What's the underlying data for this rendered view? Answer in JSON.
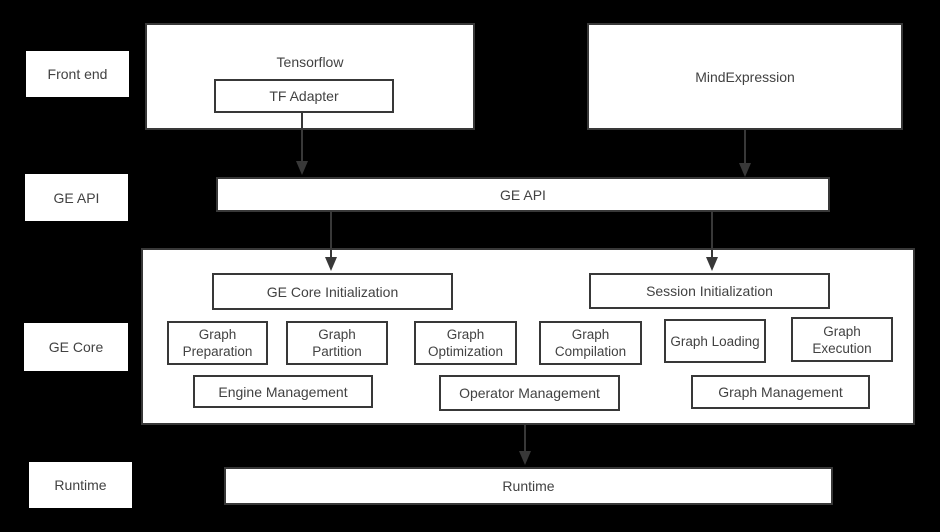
{
  "colors": {
    "background": "#000000",
    "box_fill": "#ffffff",
    "box_border": "#383838",
    "text": "#424242",
    "arrow": "#383838"
  },
  "side_labels": {
    "front_end": "Front end",
    "ge_api": "GE API",
    "ge_core": "GE Core",
    "runtime": "Runtime"
  },
  "front_end": {
    "tensorflow": "Tensorflow",
    "tf_adapter": "TF Adapter",
    "mindexpression": "MindExpression"
  },
  "ge_api": {
    "label": "GE API"
  },
  "ge_core": {
    "init": "GE Core Initialization",
    "session_init": "Session Initialization",
    "pipeline": [
      "Graph Preparation",
      "Graph Partition",
      "Graph Optimization",
      "Graph Compilation",
      "Graph Loading",
      "Graph Execution"
    ],
    "management": [
      "Engine Management",
      "Operator Management",
      "Graph Management"
    ]
  },
  "runtime": {
    "label": "Runtime"
  }
}
